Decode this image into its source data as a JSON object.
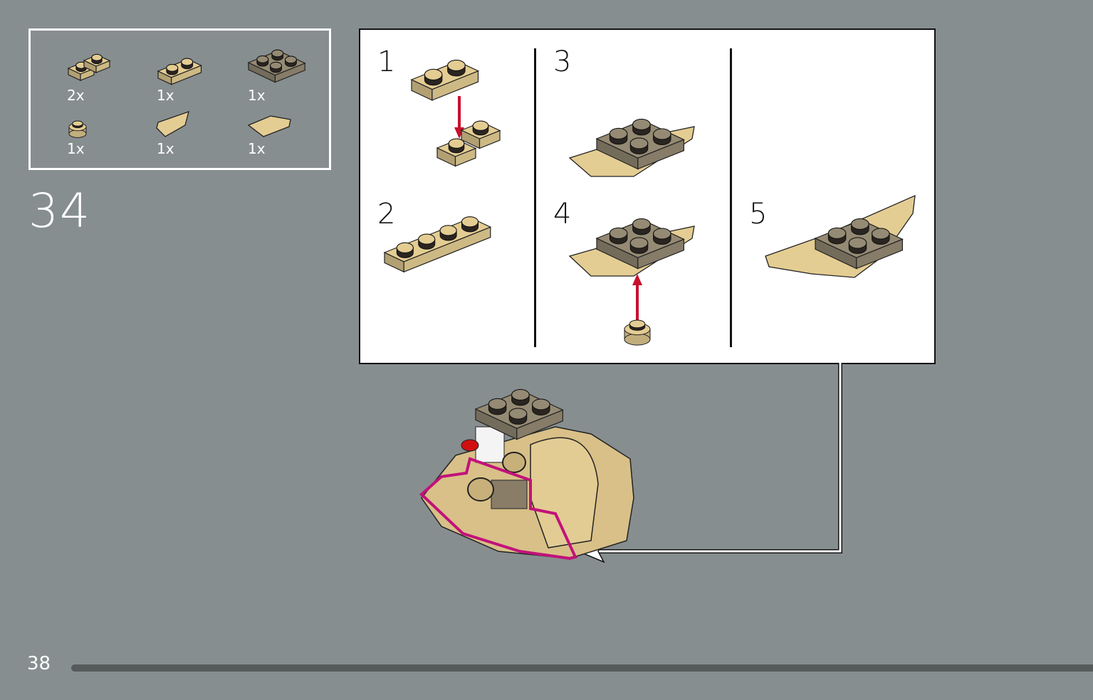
{
  "parts_list": {
    "items": [
      {
        "icon": "inverted-slope-2x1-tan",
        "qty": "2x"
      },
      {
        "icon": "plate-1x2-tan",
        "qty": "1x"
      },
      {
        "icon": "plate-2x2-dark-tan",
        "qty": "1x"
      },
      {
        "icon": "round-plate-1x1-tan",
        "qty": "1x"
      },
      {
        "icon": "wedge-plate-tan",
        "qty": "1x"
      },
      {
        "icon": "wedge-plate-tan",
        "qty": "1x"
      }
    ]
  },
  "step_number": "34",
  "callout": {
    "substeps": [
      "1",
      "2",
      "3",
      "4",
      "5"
    ]
  },
  "footer": {
    "page_number": "38"
  },
  "colors": {
    "background": "#878e90",
    "tan": "#e4cd93",
    "dark_tan": "#958a73",
    "arrow_red": "#c8102e",
    "highlight_magenta": "#c2127a",
    "progress_bar": "#555a5b"
  }
}
